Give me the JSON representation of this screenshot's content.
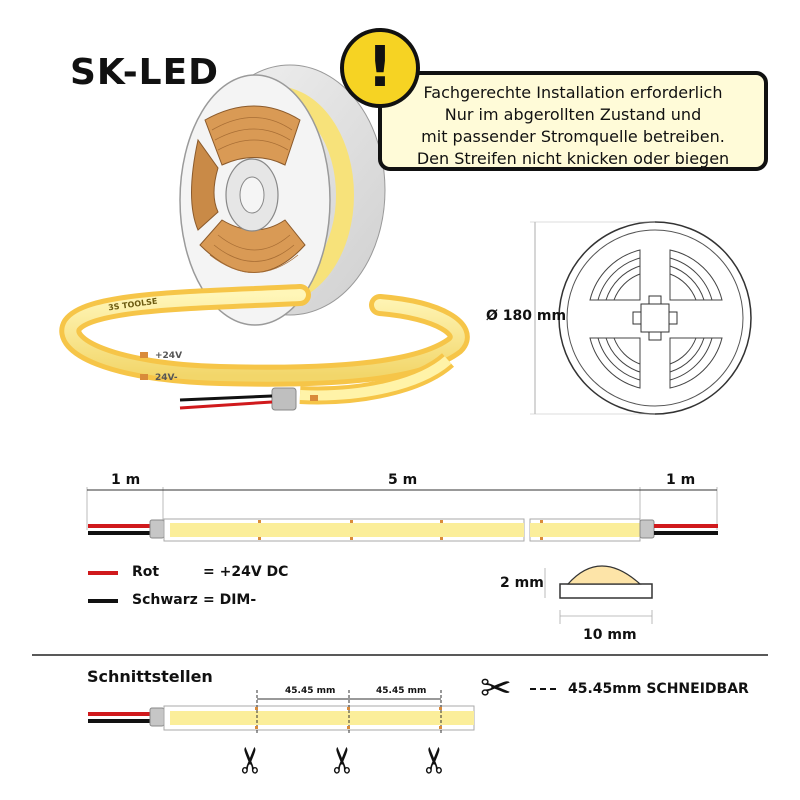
{
  "brand": "SK-LED",
  "warning": {
    "icon": "exclamation-icon",
    "mark": "!",
    "lines": [
      "Fachgerechte Installation erforderlich",
      "Nur im abgerollten Zustand und",
      "mit passender Stromquelle betreiben.",
      "Den Streifen nicht knicken oder biegen"
    ]
  },
  "reel": {
    "diameter_label": "Ø 180 mm",
    "strip_print": "3S TOOLSE",
    "pad_plus": "+24V",
    "pad_minus": "24V-"
  },
  "dimensions": {
    "left_cable": "1 m",
    "strip_length": "5 m",
    "right_cable": "1 m"
  },
  "wires": [
    {
      "name": "Rot",
      "value": "= +24V DC",
      "color": "#d0191c"
    },
    {
      "name": "Schwarz",
      "value": "= DIM-",
      "color": "#111111"
    }
  ],
  "profile": {
    "height": "2 mm",
    "width": "10 mm"
  },
  "cut": {
    "title": "Schnittstellen",
    "segment_a": "45.45 mm",
    "segment_b": "45.45 mm",
    "legend": "45.45mm SCHNEIDBAR",
    "icon": "scissors-icon"
  },
  "colors": {
    "led": "#fbee9a",
    "pcb": "#f6c548",
    "warning_bg": "#fffbd8",
    "warning_icon": "#f6d323"
  }
}
